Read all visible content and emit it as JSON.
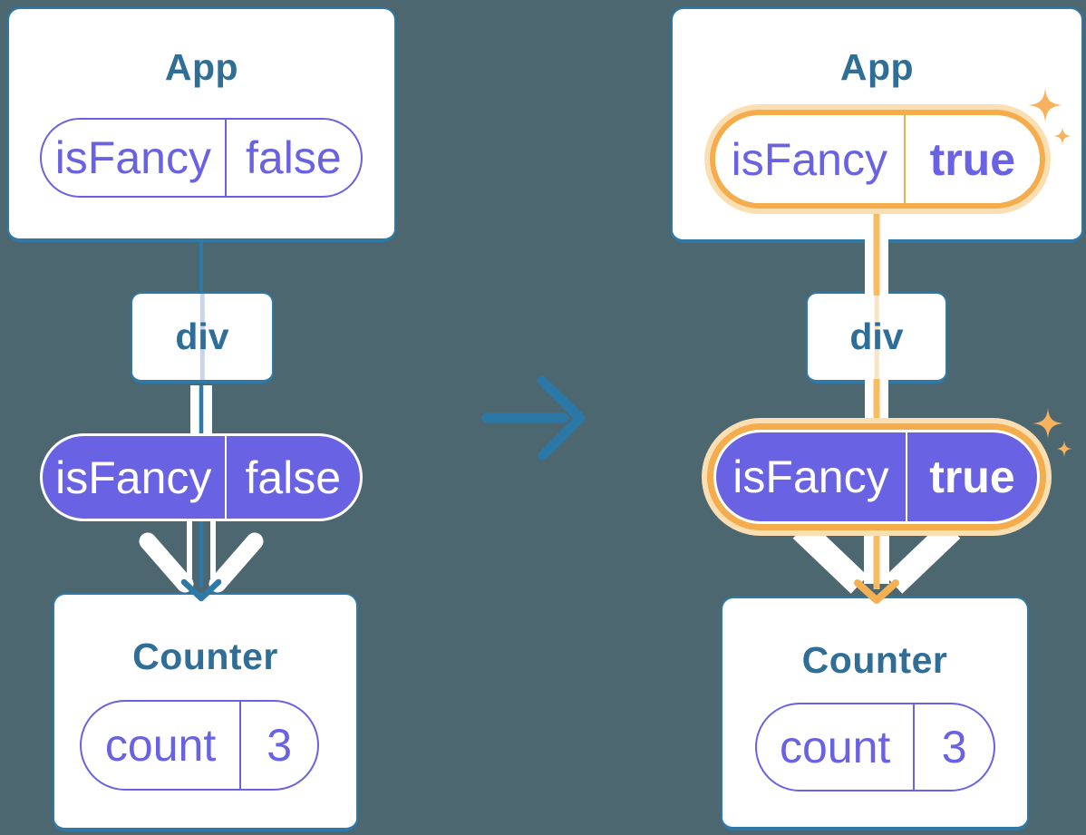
{
  "colors": {
    "background": "#4D6771",
    "card-border": "#2E79A5",
    "title-text": "#2F6E96",
    "connector-teal": "#2E79A5",
    "connector-ghost-blue": "#C9D4EE",
    "indigo": "#6962E3",
    "pill-filled-text": "#FFFFFF",
    "orange": "#F4AC4C",
    "orange-glow": "#FBDFB2",
    "orange-line": "#F8BC60",
    "orange-ghost": "#FBE4C4",
    "sparkle": "#F6B25E",
    "arrow-white": "#FFFFFF"
  },
  "before": {
    "app": {
      "title": "App",
      "prop_name": "isFancy",
      "prop_value": "false"
    },
    "div_label": "div",
    "passed_prop": {
      "name": "isFancy",
      "value": "false"
    },
    "counter": {
      "title": "Counter",
      "state_name": "count",
      "state_value": "3"
    }
  },
  "after": {
    "app": {
      "title": "App",
      "prop_name": "isFancy",
      "prop_value": "true"
    },
    "div_label": "div",
    "passed_prop": {
      "name": "isFancy",
      "value": "true"
    },
    "counter": {
      "title": "Counter",
      "state_name": "count",
      "state_value": "3"
    }
  }
}
